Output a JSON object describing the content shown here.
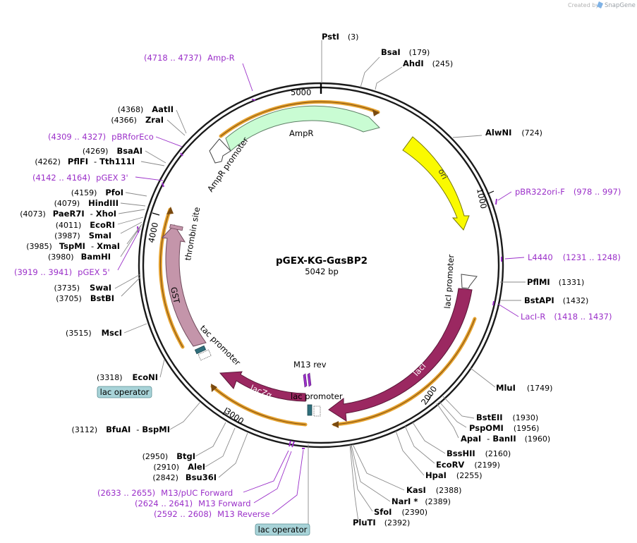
{
  "credit": {
    "prefix": "Created by",
    "brand": "SnapGene"
  },
  "plasmid": {
    "name": "pGEX-KG-GαsBP2",
    "length_label": "5042 bp"
  },
  "ticks": [
    "5000",
    "1000",
    "2000",
    "3000",
    "4000"
  ],
  "enzymes": {
    "psti": {
      "name": "PstI",
      "pos": "(3)"
    },
    "bsai": {
      "name": "BsaI",
      "pos": "(179)"
    },
    "ahdi": {
      "name": "AhdI",
      "pos": "(245)"
    },
    "alwni": {
      "name": "AlwNI",
      "pos": "(724)"
    },
    "pflmi": {
      "name": "PflMI",
      "pos": "(1331)"
    },
    "bstapi": {
      "name": "BstAPI",
      "pos": "(1432)"
    },
    "mlui": {
      "name": "MluI",
      "pos": "(1749)"
    },
    "bsteii": {
      "name": "BstEII",
      "pos": "(1930)"
    },
    "pspomi": {
      "name": "PspOMI",
      "pos": "(1956)"
    },
    "apai": {
      "name": "ApaI",
      "sep": "-",
      "name2": "BanII",
      "pos": "(1960)"
    },
    "bsshii": {
      "name": "BssHII",
      "pos": "(2160)"
    },
    "ecorv": {
      "name": "EcoRV",
      "pos": "(2199)"
    },
    "hpai": {
      "name": "HpaI",
      "pos": "(2255)"
    },
    "kasi": {
      "name": "KasI",
      "pos": "(2388)"
    },
    "nari": {
      "name": "NarI *",
      "pos": "(2389)"
    },
    "sfoi": {
      "name": "SfoI",
      "pos": "(2390)"
    },
    "pluti": {
      "name": "PluTI",
      "pos": "(2392)"
    },
    "bsu36i": {
      "name": "Bsu36I",
      "pos": "(2842)"
    },
    "alei": {
      "name": "AleI",
      "pos": "(2910)"
    },
    "btgi": {
      "name": "BtgI",
      "pos": "(2950)"
    },
    "bfuai": {
      "name": "BfuAI",
      "sep": "-",
      "name2": "BspMI",
      "pos": "(3112)"
    },
    "econi": {
      "name": "EcoNI",
      "pos": "(3318)"
    },
    "msci": {
      "name": "MscI",
      "pos": "(3515)"
    },
    "bstbi": {
      "name": "BstBI",
      "pos": "(3705)"
    },
    "swai": {
      "name": "SwaI",
      "pos": "(3735)"
    },
    "bamhi": {
      "name": "BamHI",
      "pos": "(3980)"
    },
    "tspmi": {
      "name": "TspMI",
      "sep": "-",
      "name2": "XmaI",
      "pos": "(3985)"
    },
    "smai": {
      "name": "SmaI",
      "pos": "(3987)"
    },
    "ecori": {
      "name": "EcoRI",
      "pos": "(4011)"
    },
    "paer7i": {
      "name": "PaeR7I",
      "sep": "-",
      "name2": "XhoI",
      "pos": "(4073)"
    },
    "hindiii": {
      "name": "HindIII",
      "pos": "(4079)"
    },
    "pfoi": {
      "name": "PfoI",
      "pos": "(4159)"
    },
    "pflfi": {
      "name": "PflFI",
      "sep": "-",
      "name2": "Tth111I",
      "pos": "(4262)"
    },
    "bsaai": {
      "name": "BsaAI",
      "pos": "(4269)"
    },
    "zrai": {
      "name": "ZraI",
      "pos": "(4366)"
    },
    "aatii": {
      "name": "AatII",
      "pos": "(4368)"
    }
  },
  "primers": {
    "ampr": {
      "name": "Amp-R",
      "range": "(4718 .. 4737)"
    },
    "pbrforeco": {
      "name": "pBRforEco",
      "range": "(4309 .. 4327)"
    },
    "pgex3": {
      "name": "pGEX 3'",
      "range": "(4142 .. 4164)"
    },
    "pgex5": {
      "name": "pGEX 5'",
      "range": "(3919 .. 3941)"
    },
    "pbr322ori": {
      "name": "pBR322ori-F",
      "range": "(978 .. 997)"
    },
    "l4440": {
      "name": "L4440",
      "range": "(1231 .. 1248)"
    },
    "lacir": {
      "name": "LacI-R",
      "range": "(1418 .. 1437)"
    },
    "m13puc": {
      "name": "M13/pUC Forward",
      "range": "(2633 .. 2655)"
    },
    "m13fwd": {
      "name": "M13 Forward",
      "range": "(2624 .. 2641)"
    },
    "m13rev": {
      "name": "M13 Reverse",
      "range": "(2592 .. 2608)"
    }
  },
  "features": {
    "ampr": "AmpR",
    "ampr_promoter": "AmpR promoter",
    "ori": "ori",
    "laci_promoter": "lacI promoter",
    "laci": "lacI",
    "lacza": "lacZα",
    "lac_promoter": "lac promoter",
    "m13rev": "M13 rev",
    "tac_promoter": "tac promoter",
    "gst": "GST",
    "thrombin_site": "thrombin site",
    "lac_operator_a": "lac operator",
    "lac_operator_b": "lac operator"
  },
  "colors": {
    "ampr_fill": "#c9fcd3",
    "ori_fill": "#fafa00",
    "laci_fill": "#9b2861",
    "lacza_fill": "#9b2861",
    "gst_fill": "#c495aa",
    "orf_arc": "#e6a22e",
    "primer": "#9b30c9",
    "badge": "#a8d3d8",
    "operator": "#2f6e7b"
  }
}
